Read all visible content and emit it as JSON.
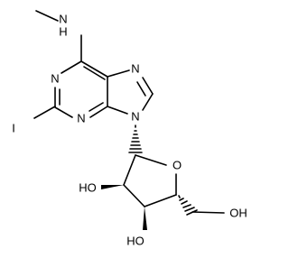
{
  "molecule": {
    "atoms": {
      "n_methylamino": "N",
      "methylamino_h": "H",
      "n1": "N",
      "n3": "N",
      "n7": "N",
      "n9": "N",
      "iodine": "I",
      "ring_oxygen": "O",
      "ho_2prime": "HO",
      "ho_3prime": "HO",
      "oh_5prime": "OH"
    }
  }
}
